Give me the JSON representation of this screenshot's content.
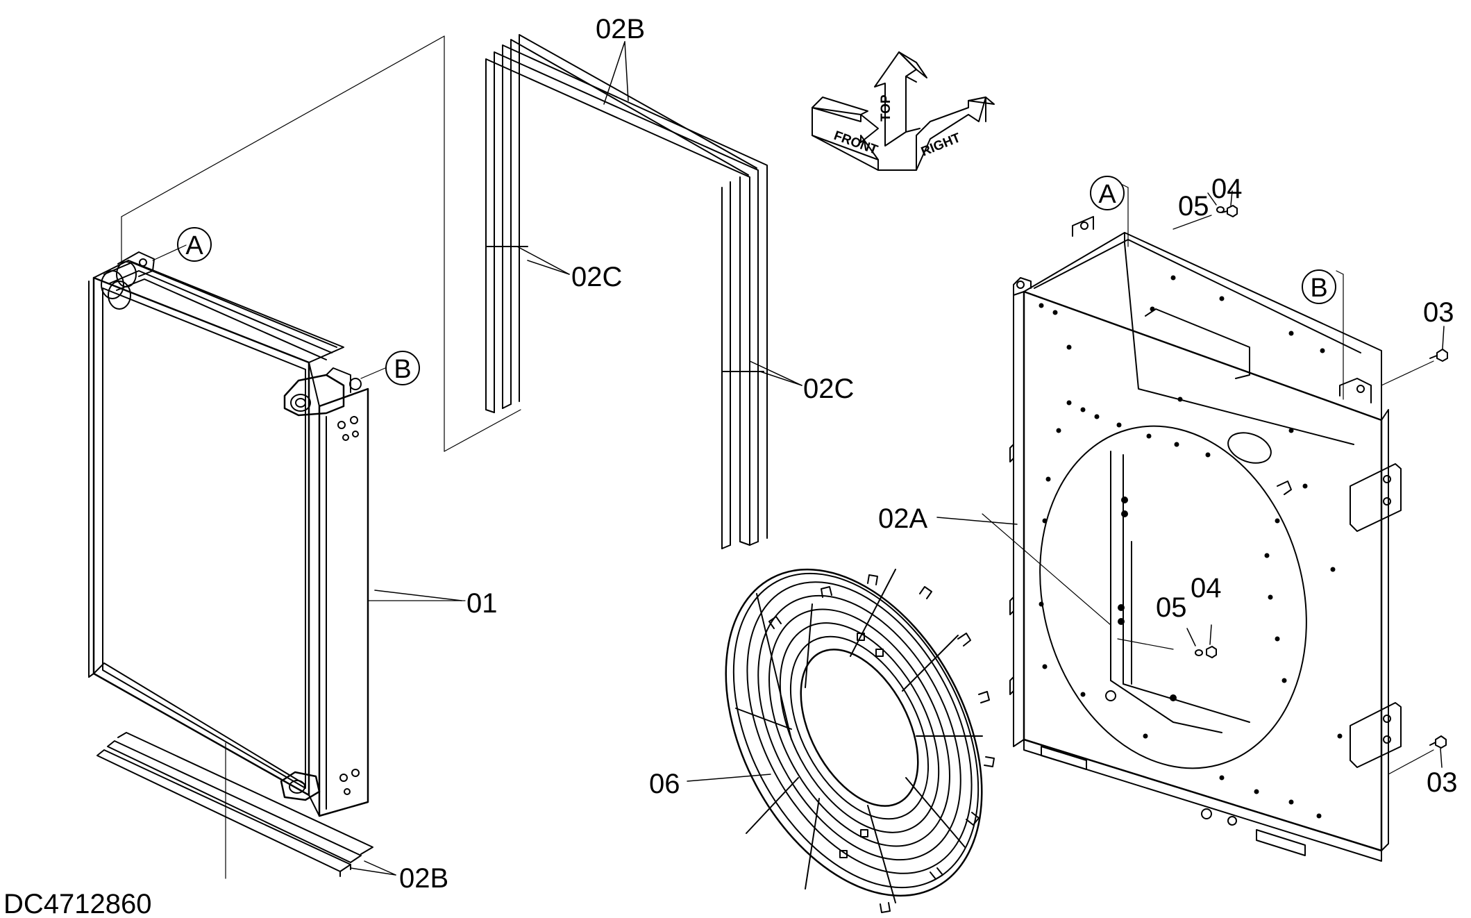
{
  "drawing": {
    "doc_id": "DC4712860",
    "orientation": {
      "front": "FRONT",
      "top": "TOP",
      "right": "RIGHT"
    },
    "part_labels": {
      "radiator": "01",
      "frame": "02A",
      "seal_b_top": "02B",
      "seal_b_bottom": "02B",
      "seal_c_left": "02C",
      "seal_c_right": "02C",
      "bolt_upper": "03",
      "bolt_lower": "03",
      "bolt_04_upper": "04",
      "washer_05_upper": "05",
      "bolt_04_lower": "04",
      "washer_05_lower": "05",
      "fan_guard": "06"
    },
    "reference_marks": {
      "a_left": "A",
      "b_left": "B",
      "a_right": "A",
      "b_right": "B"
    }
  }
}
